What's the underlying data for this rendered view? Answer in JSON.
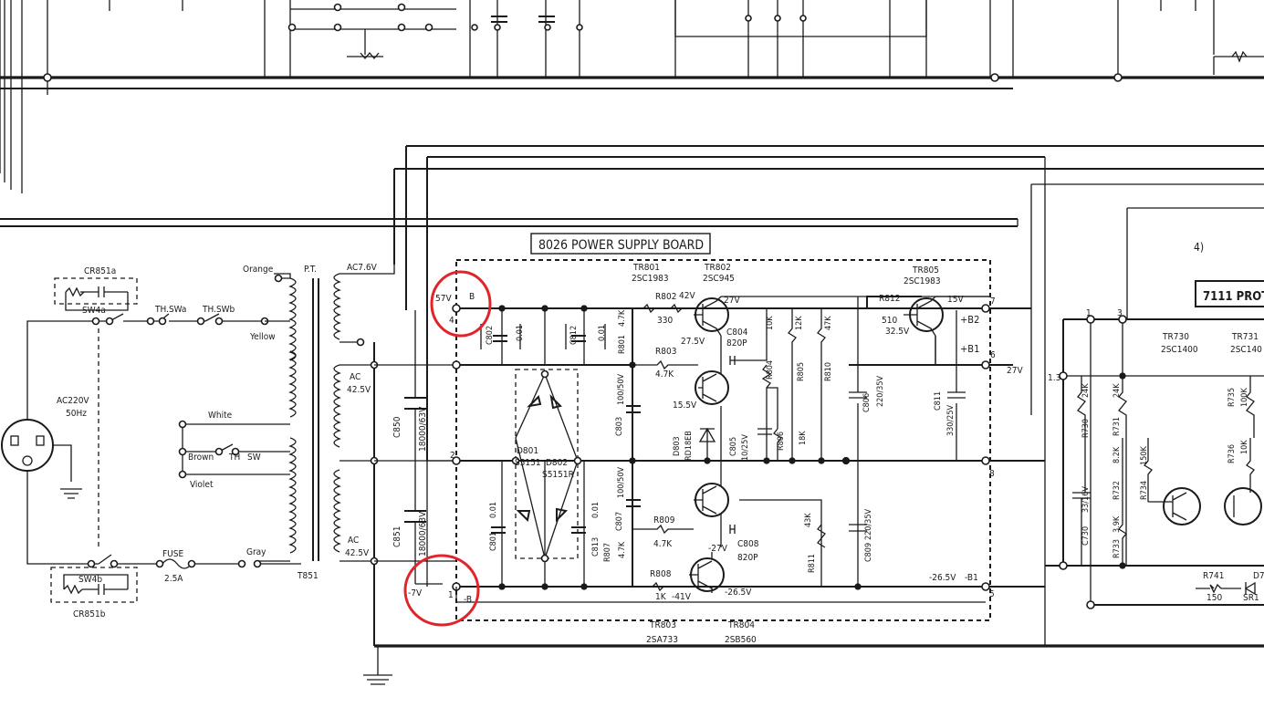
{
  "board_title": "8026 POWER SUPPLY BOARD",
  "right_board_title": "7111 PROT",
  "colors": {
    "ink": "#1a1a1a",
    "highlight": "#e0242a",
    "paper": "#ffffff"
  },
  "mains": {
    "source": [
      "AC220V",
      "50Hz"
    ],
    "switches": [
      "CR851a",
      "SW4a",
      "TH.SWa",
      "TH.SWb",
      "SW4b",
      "CR851b"
    ],
    "fuse": [
      "FUSE",
      "2.5A"
    ]
  },
  "transformer": {
    "name": "P.T.",
    "ref": "T851",
    "wires": [
      "Orange",
      "Yellow",
      "White",
      "Brown",
      "TH",
      "SW",
      "Violet",
      "Gray"
    ],
    "taps": [
      "AC7.6V",
      "AC",
      "42.5V",
      "AC",
      "42.5V"
    ]
  },
  "filter_caps": [
    {
      "ref": "C850",
      "value": "18000/63V"
    },
    {
      "ref": "C851",
      "value": "18000/63V"
    }
  ],
  "bridge": [
    "D801",
    "S5151",
    "D802",
    "S5151R"
  ],
  "connector_pins": [
    "4",
    "B",
    "2",
    "1",
    "-B",
    "7",
    "+B2",
    "6",
    "+B1",
    "8",
    "5",
    "-B1"
  ],
  "voltages": [
    "57V",
    "-7V",
    "42V",
    "27V",
    "27.5V",
    "15.5V",
    "15V",
    "32.5V",
    "27V",
    "-27V",
    "-26.5V",
    "-41V",
    "-26.5V",
    "27V",
    "1.3"
  ],
  "parts": [
    {
      "id": "tr801",
      "text": "TR801"
    },
    {
      "id": "tr801v",
      "text": "2SC1983"
    },
    {
      "id": "tr802",
      "text": "TR802"
    },
    {
      "id": "tr802v",
      "text": "2SC945"
    },
    {
      "id": "r802",
      "text": "R802"
    },
    {
      "id": "r802v",
      "text": "330"
    },
    {
      "id": "r803",
      "text": "R803"
    },
    {
      "id": "r803v",
      "text": "4.7K"
    },
    {
      "id": "c804",
      "text": "C804"
    },
    {
      "id": "c804v",
      "text": "820P"
    },
    {
      "id": "tr805",
      "text": "TR805"
    },
    {
      "id": "tr805v",
      "text": "2SC1983"
    },
    {
      "id": "r812",
      "text": "R812"
    },
    {
      "id": "r812v",
      "text": "510"
    },
    {
      "id": "r809",
      "text": "R809"
    },
    {
      "id": "r809v",
      "text": "4.7K"
    },
    {
      "id": "r808",
      "text": "R808"
    },
    {
      "id": "r808v",
      "text": "1K"
    },
    {
      "id": "c808",
      "text": "C808"
    },
    {
      "id": "c808v",
      "text": "820P"
    },
    {
      "id": "tr803",
      "text": "TR803"
    },
    {
      "id": "tr803v",
      "text": "2SA733"
    },
    {
      "id": "tr804",
      "text": "TR804"
    },
    {
      "id": "tr804v",
      "text": "2SB560"
    },
    {
      "id": "c802",
      "text": "C802"
    },
    {
      "id": "c802v",
      "text": "0.01"
    },
    {
      "id": "c812",
      "text": "C812"
    },
    {
      "id": "c812v",
      "text": "0.01"
    },
    {
      "id": "r801",
      "text": "R801"
    },
    {
      "id": "r801v",
      "text": "4.7K"
    },
    {
      "id": "c803",
      "text": "C803"
    },
    {
      "id": "c803v",
      "text": "100/50V"
    },
    {
      "id": "d803",
      "text": "D803"
    },
    {
      "id": "d803v",
      "text": "RD18EB"
    },
    {
      "id": "c805",
      "text": "C805"
    },
    {
      "id": "c805v",
      "text": "10/25V"
    },
    {
      "id": "r804",
      "text": "R804"
    },
    {
      "id": "r804v",
      "text": "10K"
    },
    {
      "id": "r805",
      "text": "R805"
    },
    {
      "id": "r805v",
      "text": "12K"
    },
    {
      "id": "r806",
      "text": "R806"
    },
    {
      "id": "r806v",
      "text": "18K"
    },
    {
      "id": "r810",
      "text": "R810"
    },
    {
      "id": "r810v",
      "text": "47K"
    },
    {
      "id": "c806",
      "text": "C806"
    },
    {
      "id": "c806v",
      "text": "220/35V"
    },
    {
      "id": "c811",
      "text": "C811"
    },
    {
      "id": "c811v",
      "text": "330/25V"
    },
    {
      "id": "c801",
      "text": "C801"
    },
    {
      "id": "c801v",
      "text": "0.01"
    },
    {
      "id": "c813",
      "text": "C813"
    },
    {
      "id": "c813v",
      "text": "0.01"
    },
    {
      "id": "c807",
      "text": "C807"
    },
    {
      "id": "c807v",
      "text": "100/50V"
    },
    {
      "id": "r807",
      "text": "R807"
    },
    {
      "id": "r807v",
      "text": "4.7K"
    },
    {
      "id": "r811",
      "text": "R811"
    },
    {
      "id": "r811v",
      "text": "43K"
    },
    {
      "id": "c809",
      "text": "C809"
    },
    {
      "id": "c809v",
      "text": "220/35V"
    },
    {
      "id": "tr730",
      "text": "TR730"
    },
    {
      "id": "tr730v",
      "text": "2SC1400"
    },
    {
      "id": "tr731",
      "text": "TR731"
    },
    {
      "id": "tr731v",
      "text": "2SC140"
    },
    {
      "id": "r730",
      "text": "R730"
    },
    {
      "id": "r730v",
      "text": "24K"
    },
    {
      "id": "r731",
      "text": "R731"
    },
    {
      "id": "r731v",
      "text": "24K"
    },
    {
      "id": "c730",
      "text": "C730"
    },
    {
      "id": "c730v",
      "text": "33/16V"
    },
    {
      "id": "r732",
      "text": "R732"
    },
    {
      "id": "r732v",
      "text": "8.2K"
    },
    {
      "id": "r733",
      "text": "R733"
    },
    {
      "id": "r733v",
      "text": "3.9K"
    },
    {
      "id": "r734",
      "text": "R734"
    },
    {
      "id": "r734v",
      "text": "150K"
    },
    {
      "id": "r735",
      "text": "R735"
    },
    {
      "id": "r735v",
      "text": "100K"
    },
    {
      "id": "r736",
      "text": "R736"
    },
    {
      "id": "r736v",
      "text": "10K"
    },
    {
      "id": "r741",
      "text": "R741"
    },
    {
      "id": "r741v",
      "text": "150"
    },
    {
      "id": "d7",
      "text": "D7"
    },
    {
      "id": "sr1",
      "text": "SR1"
    }
  ],
  "right_pins": [
    "1",
    "3"
  ],
  "scribble": "4)"
}
